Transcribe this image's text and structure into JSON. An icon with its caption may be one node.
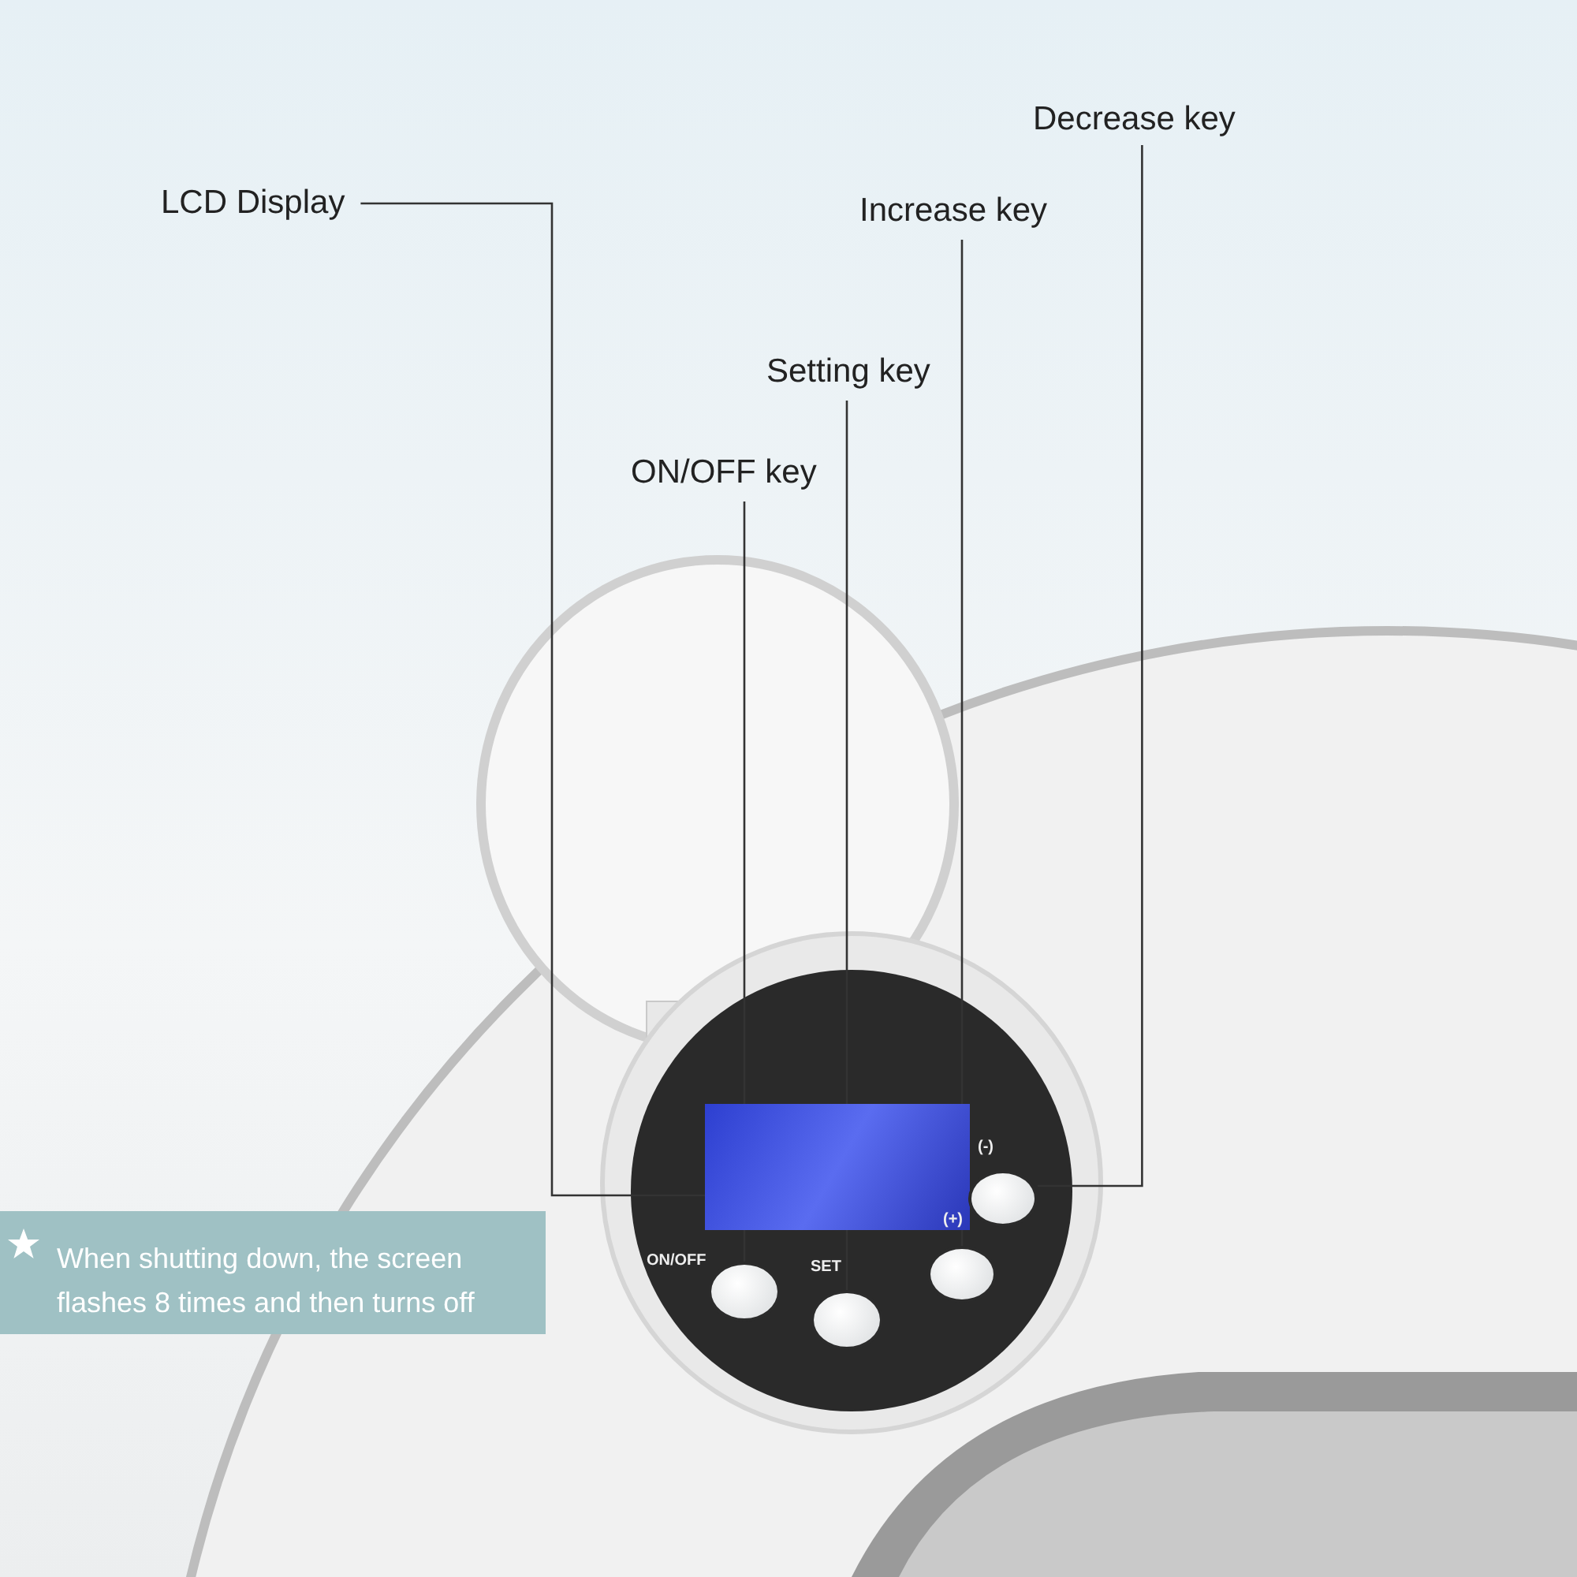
{
  "diagram": {
    "nodes": [
      {
        "text": [
          "LCD Display"
        ]
      },
      {
        "text": [
          "Decrease key"
        ]
      },
      {
        "text": [
          "Increase key"
        ]
      },
      {
        "text": [
          "Setting key"
        ]
      },
      {
        "text": [
          "ON/OFF key"
        ]
      },
      {
        "text": [],
        "shape": "box"
      },
      {
        "text": [],
        "shape": "circle"
      },
      {
        "text": [],
        "shape": "circle"
      },
      {
        "text": [],
        "shape": "circle"
      },
      {
        "text": [],
        "shape": "circle"
      },
      {
        "text": [
          "When shutting down, the screen flashes 8 times and then turns off"
        ]
      }
    ],
    "edges": [
      {
        "from": 0,
        "to": 5,
        "arrow": "none"
      },
      {
        "from": 1,
        "to": 6,
        "arrow": "none"
      },
      {
        "from": 2,
        "to": 7,
        "arrow": "none"
      },
      {
        "from": 3,
        "to": 8,
        "arrow": "none"
      },
      {
        "from": 4,
        "to": 9,
        "arrow": "none"
      }
    ],
    "labels": [
      "(-)",
      "(+)",
      "ON/OFF",
      "SET"
    ]
  }
}
